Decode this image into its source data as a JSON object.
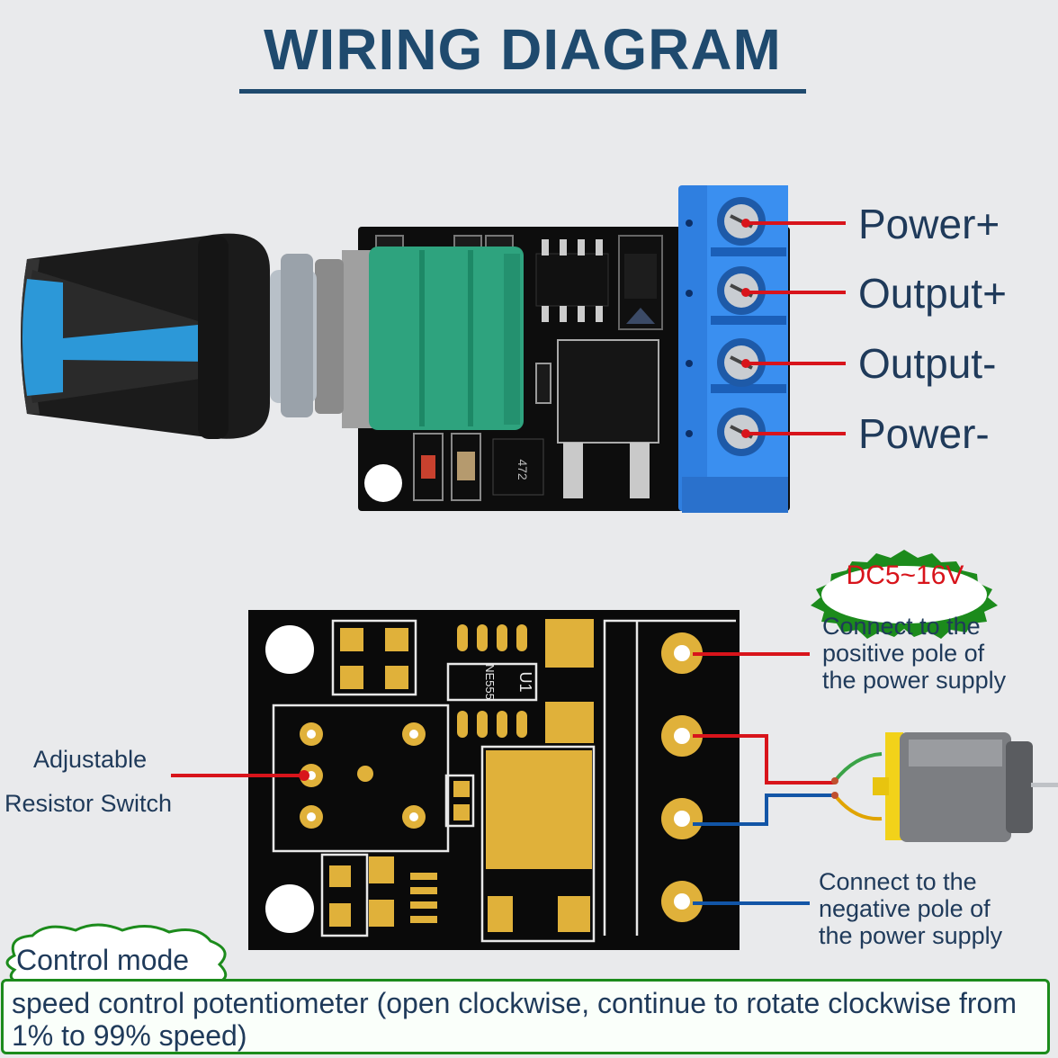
{
  "title": "WIRING DIAGRAM",
  "terminals": [
    "Power+",
    "Output+",
    "Output-",
    "Power-"
  ],
  "chips": {
    "resistor_code": "472",
    "ic_label": "U1",
    "ic_code": "NE555"
  },
  "voltage_badge": "DC5~16V",
  "notes": {
    "positive": [
      "Connect to the",
      "positive pole of",
      "the power supply"
    ],
    "negative": [
      "Connect to the",
      "negative pole of",
      "the power supply"
    ],
    "adjustable": [
      "Adjustable",
      "Resistor Switch"
    ]
  },
  "control_mode": {
    "label": "Control mode",
    "text": "speed control potentiometer (open clockwise, continue to rotate clockwise from 1% to 99% speed)"
  },
  "colors": {
    "title": "#1f4a6e",
    "wire_red": "#d8141b",
    "wire_blue": "#1255a6",
    "terminal_block": "#2f7fe0",
    "pcb": "#0d0d0d",
    "pad": "#e0b13a",
    "badge": "#1c8b1c"
  }
}
